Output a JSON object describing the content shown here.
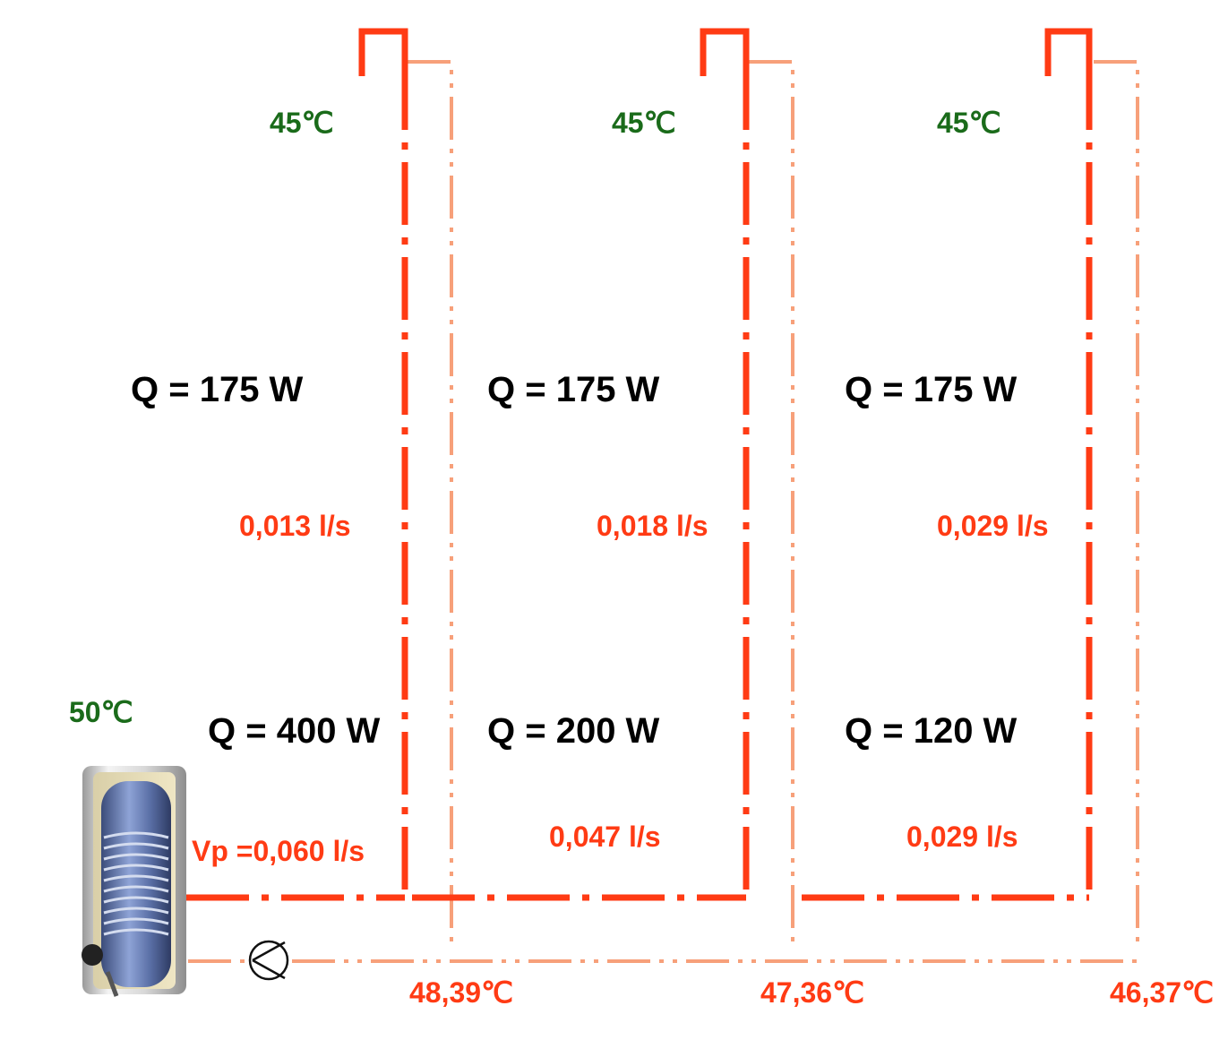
{
  "colors": {
    "supply": "#ff3b14",
    "return": "#f7a07a",
    "temp_green": "#1a6b1a",
    "text_black": "#000000"
  },
  "source": {
    "temperature": "50℃",
    "flow": "Vp =0,060 l/s"
  },
  "risers": [
    {
      "tap_temp": "45℃",
      "q_riser": "Q = 175 W",
      "riser_flow": "0,013 l/s",
      "q_branch": "Q = 400 W",
      "branch_flow": "",
      "return_temp": "48,39℃"
    },
    {
      "tap_temp": "45℃",
      "q_riser": "Q = 175 W",
      "riser_flow": "0,018 l/s",
      "q_branch": "Q = 200 W",
      "branch_flow": "0,047 l/s",
      "return_temp": "47,36℃"
    },
    {
      "tap_temp": "45℃",
      "q_riser": "Q = 175 W",
      "riser_flow": "0,029 l/s",
      "q_branch": "Q = 120 W",
      "branch_flow": "0,029 l/s",
      "return_temp": "46,37℃"
    }
  ],
  "icons": {
    "tank": "storage-tank-icon",
    "pump": "circulation-pump-icon"
  }
}
